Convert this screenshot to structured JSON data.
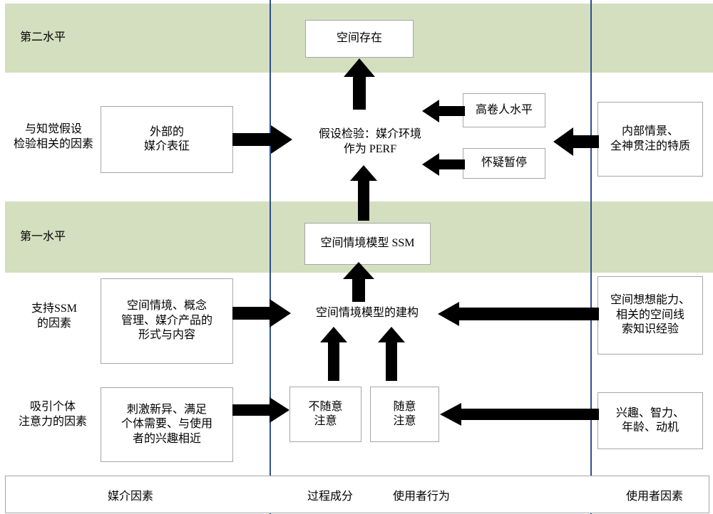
{
  "diagram": {
    "title_present": false,
    "colors": {
      "band": "#d3dfbf",
      "divider": "#2f4f8f",
      "box_border": "#a6a6a6",
      "arrow": "#000000",
      "text": "#000000",
      "background": "#ffffff"
    },
    "bands": [
      {
        "id": "level2",
        "label": "第二水平"
      },
      {
        "id": "level1",
        "label": "第一水平"
      }
    ],
    "row_labels": [
      {
        "id": "perception-factors",
        "text": "与知觉假设\n检验相关的因素"
      },
      {
        "id": "ssm-support-factors",
        "text": "支持SSM\n的因素"
      },
      {
        "id": "attention-factors",
        "text": "吸引个体\n注意力的因素"
      }
    ],
    "boxes": [
      {
        "id": "spatial-presence",
        "text": "空间存在"
      },
      {
        "id": "external-media-representation",
        "text": "外部的\n媒介表征"
      },
      {
        "id": "hypothesis-testing",
        "text": "假设检验：媒介环境\n作为 PERF"
      },
      {
        "id": "high-involvement",
        "text": "高卷人水平"
      },
      {
        "id": "suspension-of-disbelief",
        "text": "怀疑暂停"
      },
      {
        "id": "internal-context",
        "text": "内部情景、\n全神贯注的特质"
      },
      {
        "id": "ssm-model",
        "text": "空间情境模型 SSM"
      },
      {
        "id": "ssm-inputs",
        "text": "空间情境、概念\n管理、媒介产品的\n形式与内容"
      },
      {
        "id": "ssm-construction",
        "text": "空间情境模型的建构"
      },
      {
        "id": "spatial-ability",
        "text": "空间想想能力、\n相关的空间线\n索知识经验"
      },
      {
        "id": "stimulus-factors",
        "text": "刺激新异、满足\n个体需要、与使用\n者的兴趣相近"
      },
      {
        "id": "involuntary-attention",
        "text": "不随意\n注意"
      },
      {
        "id": "voluntary-attention",
        "text": "随意\n注意"
      },
      {
        "id": "user-traits",
        "text": "兴趣、智力、\n年龄、动机"
      }
    ],
    "legend": {
      "cells": [
        {
          "id": "media-factors",
          "text": "媒介因素"
        },
        {
          "id": "process-components",
          "text": "过程成分"
        },
        {
          "id": "user-behaviour",
          "text": "使用者行为"
        },
        {
          "id": "user-factors",
          "text": "使用者因素"
        }
      ]
    },
    "arrows": [
      {
        "id": "arrow-to-spatial-presence",
        "direction": "up"
      },
      {
        "id": "arrow-media-to-hypothesis",
        "direction": "right"
      },
      {
        "id": "arrow-involvement-to-hypothesis",
        "direction": "left"
      },
      {
        "id": "arrow-disbelief-to-hypothesis",
        "direction": "left"
      },
      {
        "id": "arrow-internal-context-to-hypothesis",
        "direction": "left"
      },
      {
        "id": "arrow-ssm-to-hypothesis",
        "direction": "up"
      },
      {
        "id": "arrow-construction-to-ssm",
        "direction": "up"
      },
      {
        "id": "arrow-inputs-to-construction",
        "direction": "right"
      },
      {
        "id": "arrow-spatial-ability-to-construction",
        "direction": "left"
      },
      {
        "id": "arrow-involuntary-to-construction",
        "direction": "up"
      },
      {
        "id": "arrow-voluntary-to-construction",
        "direction": "up"
      },
      {
        "id": "arrow-stimulus-to-involuntary",
        "direction": "right"
      },
      {
        "id": "arrow-traits-to-voluntary",
        "direction": "left"
      }
    ]
  }
}
